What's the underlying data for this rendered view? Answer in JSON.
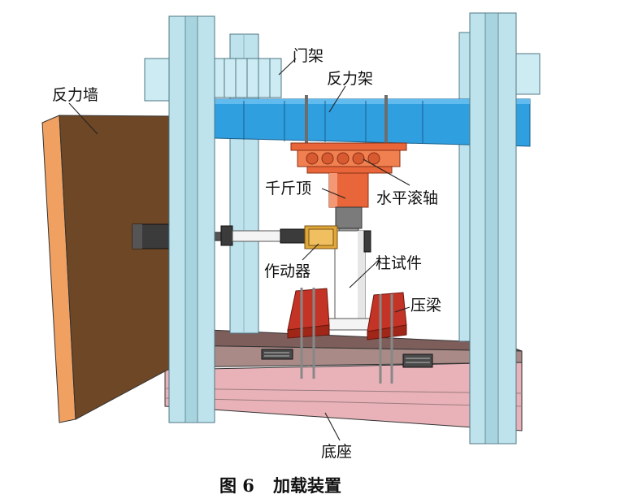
{
  "labels": {
    "reaction_wall": "反力墙",
    "portal_frame": "门架",
    "reaction_frame": "反力架",
    "jack": "千斤顶",
    "horizontal_roller": "水平滚轴",
    "actuator": "作动器",
    "column_specimen": "柱试件",
    "pressure_beam": "压梁",
    "base": "底座"
  },
  "caption": {
    "figure_number": "图 6",
    "title": "加载装置"
  },
  "colors": {
    "reaction_wall": "#6e4726",
    "wall_side": "#f0a060",
    "steel_column": "#bfe3ec",
    "reaction_beam": "#2f9fe0",
    "jack": "#e8663a",
    "base": "#e8b2b8",
    "base_top": "#7d5e5a"
  }
}
